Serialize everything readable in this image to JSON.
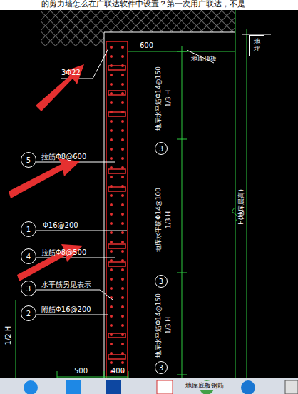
{
  "diagram": {
    "nodes": [
      {
        "text": [
          "5"
        ]
      },
      {
        "text": [
          "1"
        ]
      },
      {
        "text": [
          "4"
        ]
      },
      {
        "text": [
          "3"
        ]
      },
      {
        "text": [
          "2"
        ]
      },
      {
        "text": [
          "3"
        ]
      },
      {
        "text": [
          "3"
        ]
      },
      {
        "text": [
          "3"
        ]
      },
      {
        "text": [
          "地坪"
        ]
      }
    ],
    "labels": [
      "的剪力墙怎么在广联达软件中设置？第一次用广联达，不是",
      "3Φ22",
      "600",
      "地库顶板",
      "拉筋Φ8@600",
      "Φ16@200",
      "拉筋Φ8@500",
      "水平筋另见表示",
      "附筋Φ16@200",
      "1/2 H",
      "地库水平筋Φ14@150",
      "1/3 H",
      "地库水平筋Φ14@100",
      "1/3 H",
      "地库水平筋Φ14@150",
      "1/3 H",
      "H(地库层高)",
      "500",
      "400",
      "地库底板钢筋"
    ]
  }
}
